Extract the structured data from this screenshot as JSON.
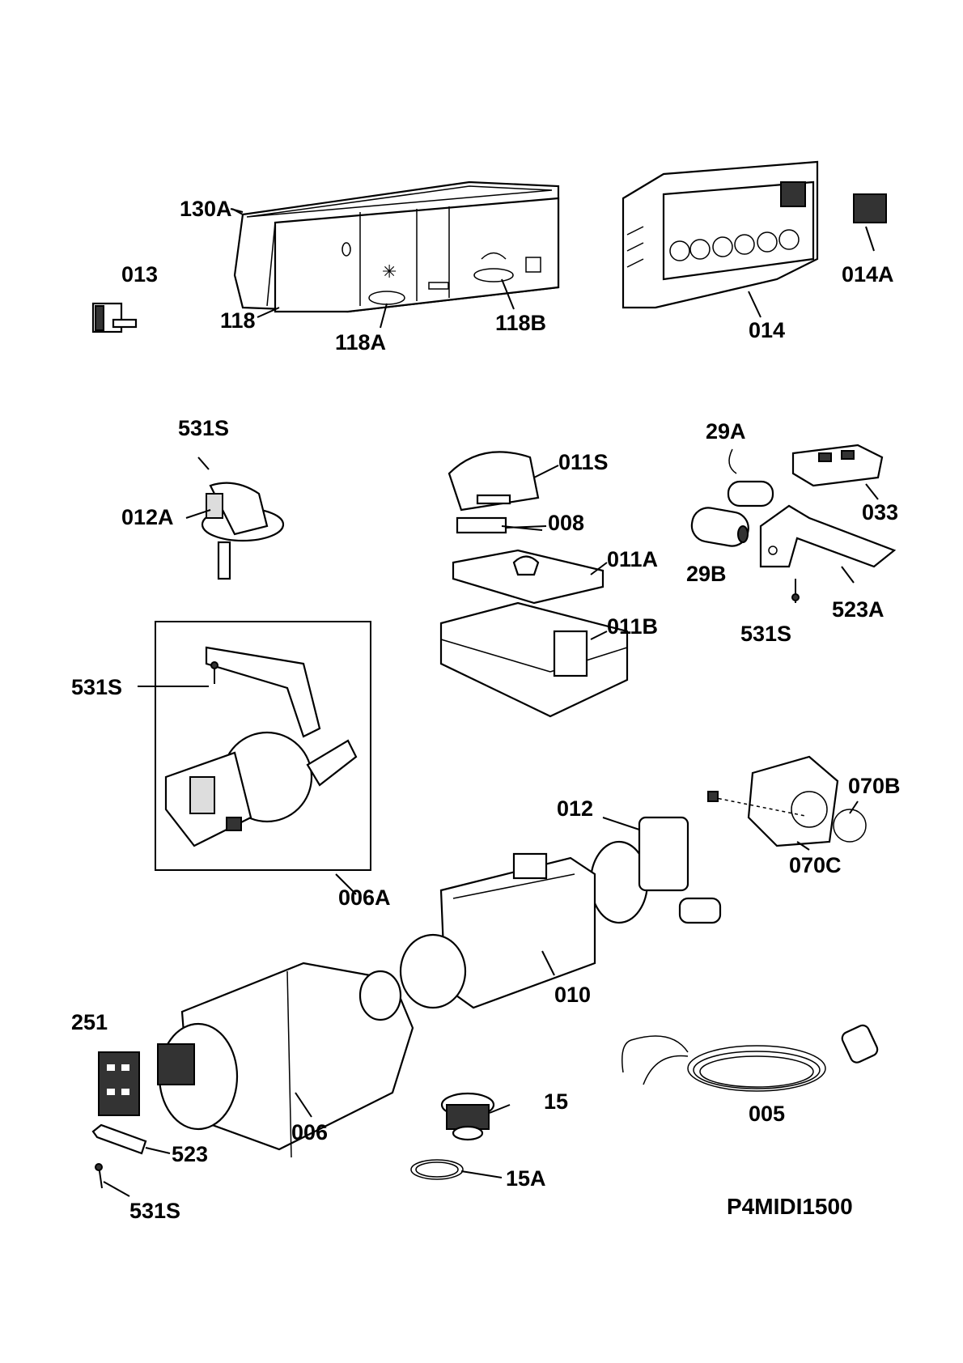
{
  "drawing_id": "P4MIDI1500",
  "labels": {
    "l130A": "130A",
    "l013": "013",
    "l118": "118",
    "l118A": "118A",
    "l118B": "118B",
    "l014A": "014A",
    "l014": "014",
    "l531S_a": "531S",
    "l012A": "012A",
    "l011S": "011S",
    "l008": "008",
    "l011A": "011A",
    "l011B": "011B",
    "l29A": "29A",
    "l033": "033",
    "l29B": "29B",
    "l531S_b": "531S",
    "l523A": "523A",
    "l531S_c": "531S",
    "l006A": "006A",
    "l012": "012",
    "l070B": "070B",
    "l070C": "070C",
    "l010": "010",
    "l251": "251",
    "l006": "006",
    "l15": "15",
    "l005": "005",
    "l523": "523",
    "l15A": "15A",
    "l531S_d": "531S"
  }
}
